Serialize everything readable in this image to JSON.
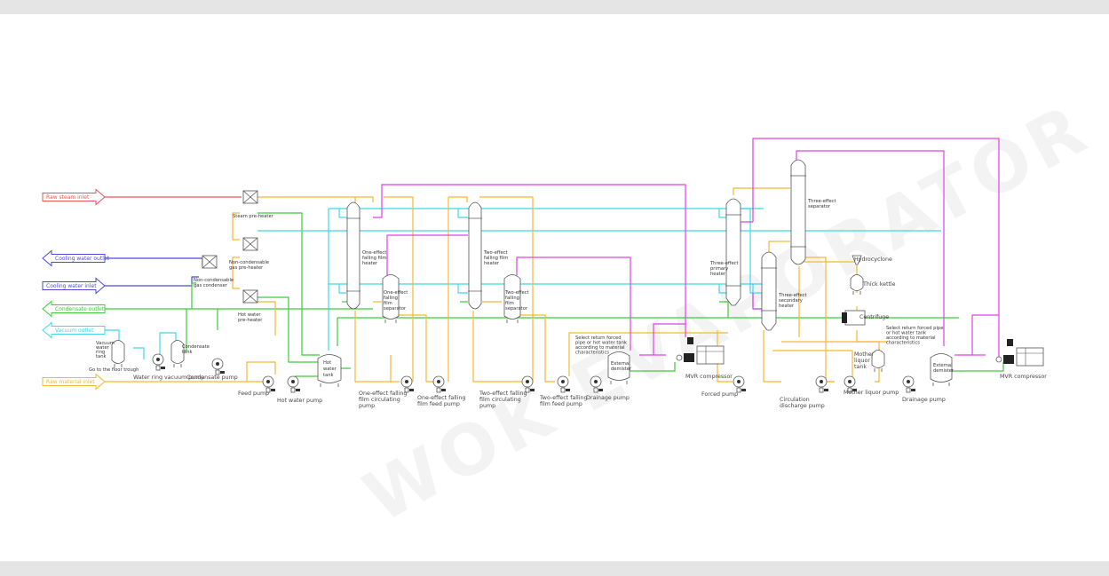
{
  "page": {
    "watermark": "WOK EVAPORATOR"
  },
  "colors": {
    "steam": "#e8555a",
    "cooling_water": "#4a4ad8",
    "condensate": "#3ccc3c",
    "vacuum": "#3fd8e8",
    "raw_material": "#f5b833",
    "vapor": "#e040e8",
    "equipment": "#555555",
    "top_bar": "#e5e5e5"
  },
  "io_arrows": [
    {
      "id": "raw-steam-inlet",
      "label": "Raw steam inlet",
      "color_key": "steam",
      "direction": "in"
    },
    {
      "id": "cooling-water-outlet",
      "label": "Cooling water outlet",
      "color_key": "cooling_water",
      "direction": "out"
    },
    {
      "id": "cooling-water-inlet",
      "label": "Cooling water inlet",
      "color_key": "cooling_water",
      "direction": "in"
    },
    {
      "id": "condensate-outlet",
      "label": "Condensate outlet",
      "color_key": "condensate",
      "direction": "out"
    },
    {
      "id": "vacuum-outlet",
      "label": "Vacuum outlet",
      "color_key": "vacuum",
      "direction": "out"
    },
    {
      "id": "raw-material-inlet",
      "label": "Raw material inlet",
      "color_key": "raw_material",
      "direction": "in"
    }
  ],
  "heat_exchangers": [
    {
      "id": "steam-pre-heater",
      "label": "Steam pre-heater"
    },
    {
      "id": "non-condensable-gas-pre-heater",
      "label": "Non-condensable gas pre-heater"
    },
    {
      "id": "non-condensable-gas-condenser",
      "label": "Non-condensable gas condenser"
    },
    {
      "id": "hot-water-pre-heater",
      "label": "Hot water pre-heater"
    }
  ],
  "vessels": [
    {
      "id": "vacuum-water-ring-tank",
      "label": "Vacuum water ring tank"
    },
    {
      "id": "condensate-tank",
      "label": "Condensate tank"
    },
    {
      "id": "hot-water-tank",
      "label": "Hot water tank"
    },
    {
      "id": "one-effect-falling-film-heater",
      "label": "One-effect falling film heater"
    },
    {
      "id": "one-effect-falling-film-separator",
      "label": "One-effect falling film separator"
    },
    {
      "id": "two-effect-falling-film-heater",
      "label": "Two-effect falling film heater"
    },
    {
      "id": "two-effect-falling-film-separator",
      "label": "Two-effect falling film separator"
    },
    {
      "id": "external-demister-1",
      "label": "External demister"
    },
    {
      "id": "three-effect-primary-heater",
      "label": "Three-effect primary heater"
    },
    {
      "id": "three-effect-secondary-heater",
      "label": "Three-effect secondary heater"
    },
    {
      "id": "three-effect-separator",
      "label": "Three-effect separator"
    },
    {
      "id": "hydrocyclone",
      "label": "Hydrocyclone"
    },
    {
      "id": "thick-kettle",
      "label": "Thick kettle"
    },
    {
      "id": "centrifuge",
      "label": "Centrifuge"
    },
    {
      "id": "mother-liquor-tank",
      "label": "Mother liquor tank"
    },
    {
      "id": "external-demister-2",
      "label": "External demister"
    }
  ],
  "pumps": [
    {
      "id": "water-ring-vacuum-pump",
      "label": "Water ring vacuum pump"
    },
    {
      "id": "condensate-pump",
      "label": "Condensate pump"
    },
    {
      "id": "feed-pump",
      "label": "Feed pump"
    },
    {
      "id": "hot-water-pump",
      "label": "Hot water pump"
    },
    {
      "id": "one-effect-falling-film-circulating-pump",
      "label": "One-effect falling film circulating pump"
    },
    {
      "id": "one-effect-falling-film-feed-pump",
      "label": "One-effect falling film feed pump"
    },
    {
      "id": "two-effect-falling-film-circulating-pump",
      "label": "Two-effect falling film circulating pump"
    },
    {
      "id": "two-effect-falling-film-feed-pump",
      "label": "Two-effect falling film feed pump"
    },
    {
      "id": "drainage-pump-1",
      "label": "Drainage pump"
    },
    {
      "id": "forced-pump",
      "label": "Forced pump"
    },
    {
      "id": "circulation-discharge-pump",
      "label": "Circulation discharge pump"
    },
    {
      "id": "mother-liquor-pump",
      "label": "Mother liquor pump"
    },
    {
      "id": "drainage-pump-2",
      "label": "Drainage pump"
    }
  ],
  "compressors": [
    {
      "id": "mvr-compressor-1",
      "label": "MVR compressor"
    },
    {
      "id": "mvr-compressor-2",
      "label": "MVR compressor"
    }
  ],
  "notes": [
    {
      "id": "note-1",
      "text": "Select return forced pipe or hot water tank according to material characteristics"
    },
    {
      "id": "note-2",
      "text": "Select return forced pipe or hot water tank according to material characteristics"
    },
    {
      "id": "note-drain",
      "text": "Go to the floor trough"
    }
  ]
}
